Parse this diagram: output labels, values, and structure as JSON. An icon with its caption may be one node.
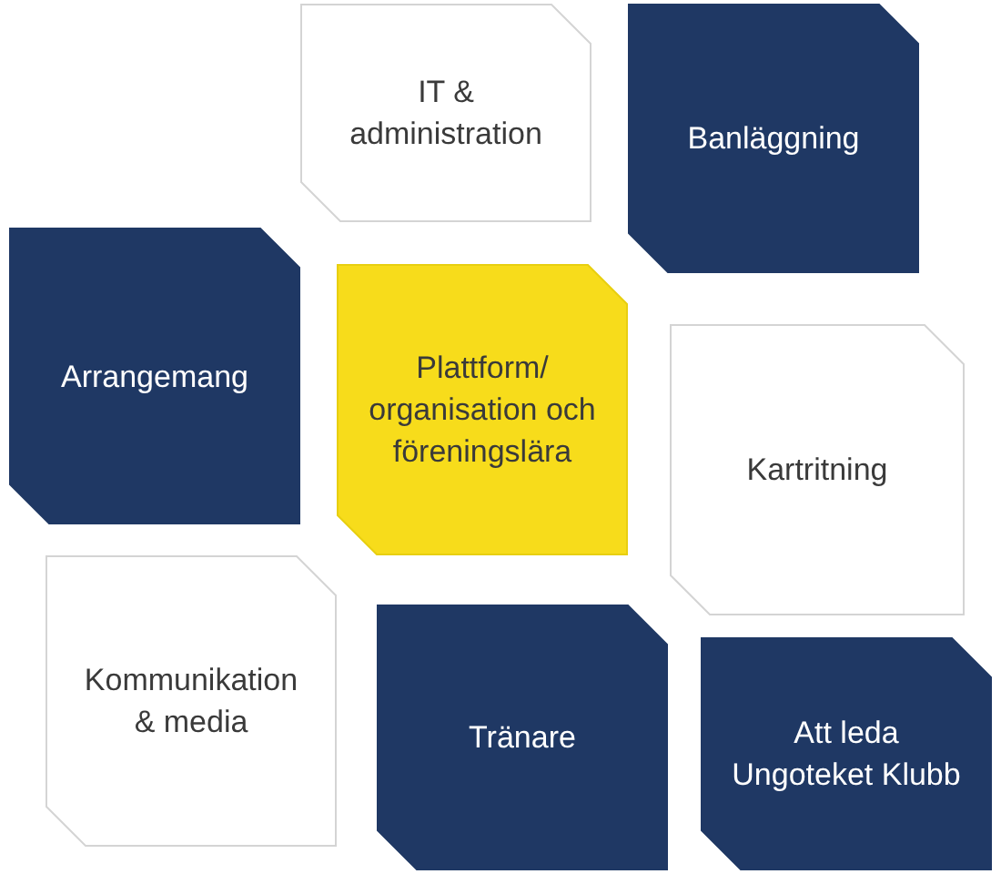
{
  "diagram": {
    "nodes": [
      {
        "text": [
          "IT & administration"
        ]
      },
      {
        "text": [
          "Banläggning"
        ]
      },
      {
        "text": [
          "Arrangemang"
        ]
      },
      {
        "text": [
          "Plattform/ organisation och föreningslära"
        ]
      },
      {
        "text": [
          "Kartritning"
        ]
      },
      {
        "text": [
          "Kommunikation & media"
        ]
      },
      {
        "text": [
          "Tränare"
        ]
      },
      {
        "text": [
          "Att leda Ungoteket Klubb"
        ]
      }
    ],
    "edges": []
  }
}
